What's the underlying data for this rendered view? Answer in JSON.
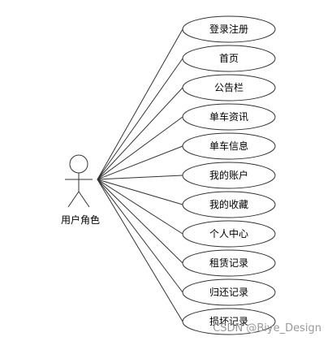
{
  "actor": {
    "label": "用户角色"
  },
  "use_cases": [
    "登录注册",
    "首页",
    "公告栏",
    "单车资讯",
    "单车信息",
    "我的账户",
    "我的收藏",
    "个人中心",
    "租赁记录",
    "归还记录",
    "损坏记录"
  ],
  "watermark": "CSDN @Biye_Design",
  "colors": {
    "stroke": "#333333",
    "fill": "#ffffff",
    "watermark": "#9a9a9a"
  }
}
